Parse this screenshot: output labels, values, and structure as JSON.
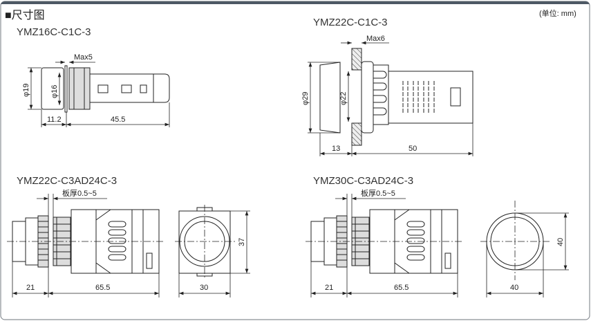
{
  "section_title": "■尺寸图",
  "unit_note": "(单位: mm)",
  "drawings": [
    {
      "model": "YMZ16C-C1C-3",
      "panel_label": "Max5",
      "dia_outer": "φ19",
      "dia_inner": "φ16",
      "front_length": "11.2",
      "body_length": "45.5"
    },
    {
      "model": "YMZ22C-C1C-3",
      "panel_label": "Max6",
      "dia_outer": "φ29",
      "dia_inner": "φ22",
      "front_length": "13",
      "body_length": "50"
    },
    {
      "model": "YMZ22C-C3AD24C-3",
      "panel_label": "板厚0.5~5",
      "front_length": "21",
      "body_length": "65.5",
      "height": "37",
      "width": "30"
    },
    {
      "model": "YMZ30C-C3AD24C-3",
      "panel_label": "板厚0.5~5",
      "front_length": "21",
      "body_length": "65.5",
      "height": "40",
      "width": "40"
    }
  ]
}
